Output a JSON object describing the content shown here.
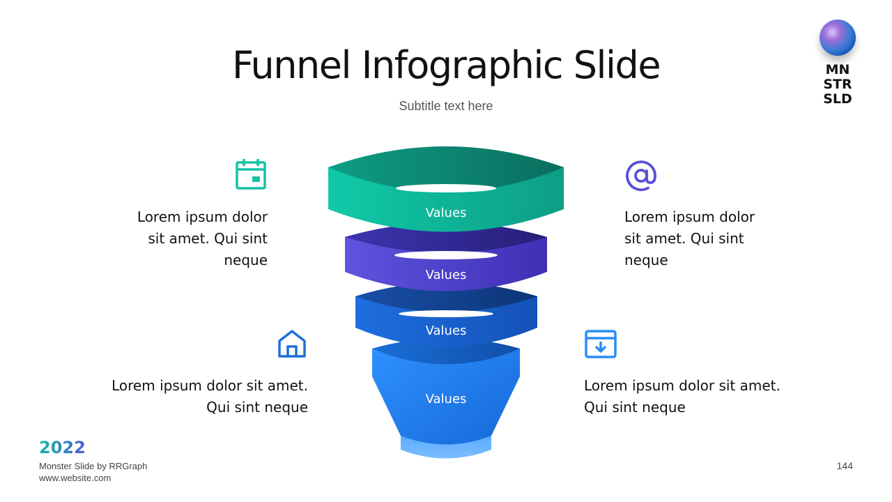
{
  "title": "Funnel Infographic Slide",
  "subtitle": "Subtitle text here",
  "logo": {
    "line1": "MN",
    "line2": "STR",
    "line3": "SLD"
  },
  "funnel": {
    "stages": [
      {
        "label": "Values",
        "color_top": "#0a7c68",
        "color_front": "#11c4a4"
      },
      {
        "label": "Values",
        "color_top": "#2c2a86",
        "color_front": "#5a4fd8"
      },
      {
        "label": "Values",
        "color_top": "#0f3e8f",
        "color_front": "#1a66d6"
      },
      {
        "label": "Values",
        "color_top": "#1360c8",
        "color_front": "#2a8cf5"
      }
    ]
  },
  "points": {
    "top_left": {
      "icon": "calendar-icon",
      "line1": "Lorem ipsum dolor",
      "line2": "sit amet. Qui sint",
      "line3": "neque",
      "icon_color": "#15c3a3"
    },
    "top_right": {
      "icon": "at-sign-icon",
      "line1": "Lorem ipsum dolor",
      "line2": "sit amet. Qui sint",
      "line3": "neque",
      "icon_color": "#5a4fd8"
    },
    "bottom_left": {
      "icon": "home-icon",
      "line1": "Lorem ipsum dolor sit amet.",
      "line2": "Qui sint neque",
      "icon_color": "#1f6fd8"
    },
    "bottom_right": {
      "icon": "archive-download-icon",
      "line1": "Lorem ipsum dolor sit amet.",
      "line2": "Qui sint neque",
      "icon_color": "#2a8cf5"
    }
  },
  "footer": {
    "year": "2022",
    "brand": "Monster Slide  by RRGraph",
    "website": "www.website.com",
    "page": "144"
  }
}
